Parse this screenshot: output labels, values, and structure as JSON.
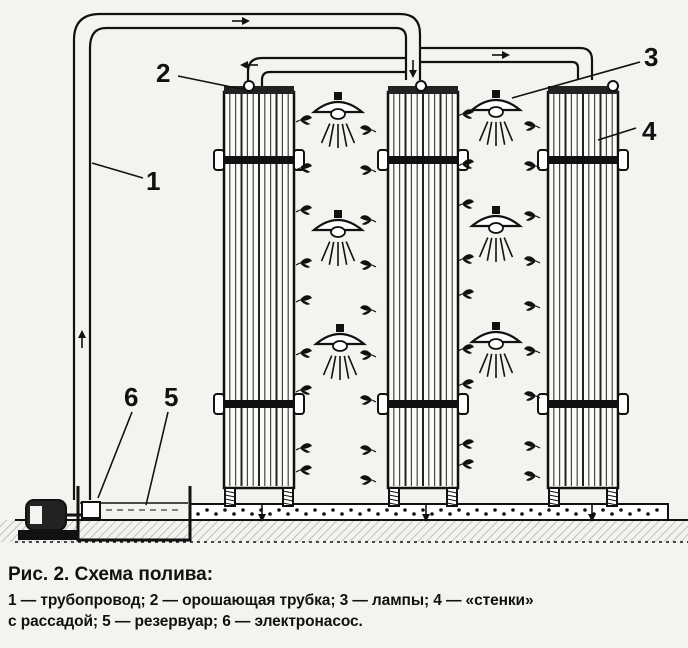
{
  "figure": {
    "callouts": [
      "1",
      "2",
      "3",
      "4",
      "5",
      "6"
    ],
    "icons": {
      "pipeline": "water-pipe",
      "irrigation": "irrigation-tube",
      "lamp": "lamp-icon",
      "wall": "plant-wall-column",
      "reservoir": "water-tank",
      "pump": "electric-pump",
      "plant": "leaf-icon",
      "flow": "flow-arrow-icon"
    }
  },
  "caption": {
    "title": "Рис. 2. Схема полива:",
    "legend_line1": "1 — трубопровод; 2 — орошающая трубка; 3 — лампы; 4 — «стенки»",
    "legend_line2": "с рассадой; 5 — резервуар; 6 — электронасос."
  }
}
